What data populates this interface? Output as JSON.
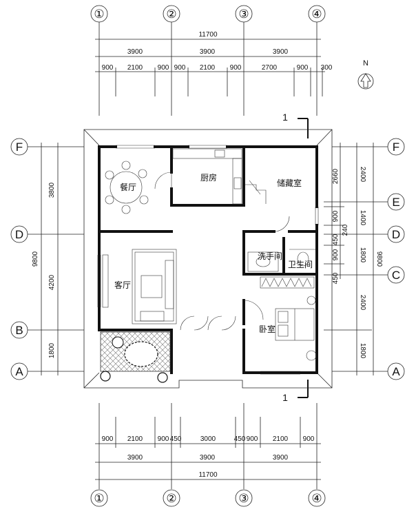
{
  "axes_top": [
    "①",
    "②",
    "③",
    "④"
  ],
  "axes_bottom": [
    "①",
    "②",
    "③",
    "④"
  ],
  "axes_left": [
    "F",
    "D",
    "B",
    "A"
  ],
  "axes_right": [
    "F",
    "E",
    "D",
    "C",
    "A"
  ],
  "dims_top": {
    "overall": "11700",
    "bays": [
      "3900",
      "3900",
      "3900"
    ],
    "details": [
      "900",
      "2100",
      "900",
      "900",
      "2100",
      "900",
      "2700",
      "900",
      "300"
    ]
  },
  "dims_bottom": {
    "overall": "11700",
    "bays": [
      "3900",
      "3900",
      "3900"
    ],
    "details": [
      "900",
      "2100",
      "900",
      "450",
      "3000",
      "450",
      "900",
      "2100",
      "900"
    ]
  },
  "dims_left": {
    "overall": "9800",
    "segments": [
      "3800",
      "4200",
      "1800"
    ]
  },
  "dims_right": {
    "overall": "9800",
    "outer": [
      "2400",
      "1400",
      "1800",
      "2400",
      "1800"
    ],
    "inner": [
      "2660",
      "900",
      "240",
      "450",
      "900",
      "450"
    ]
  },
  "rooms": {
    "dining": "餐厅",
    "kitchen": "厨房",
    "storage": "储藏室",
    "wash": "洗手间",
    "toilet": "卫生间",
    "living": "客厅",
    "bedroom": "卧室"
  },
  "section_mark": "1",
  "north_label": "N"
}
